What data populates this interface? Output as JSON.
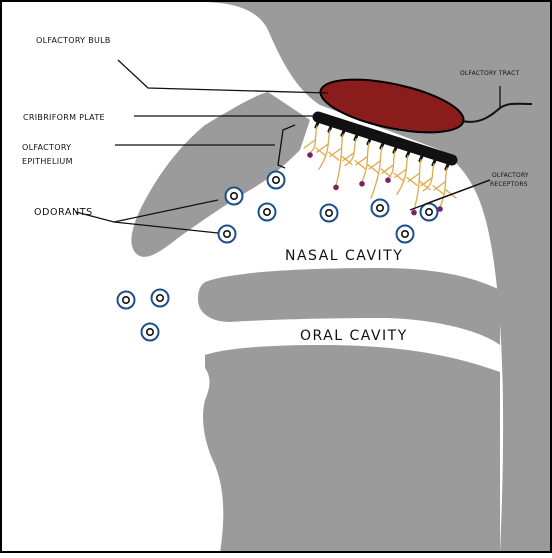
{
  "labels": {
    "olfactory_bulb": "OLFACTORY BULB",
    "olfactory_tract": "OLFACTORY TRACT",
    "cribriform_plate": "CRIBRIFORM PLATE",
    "olfactory_epithelium_1": "OLFACTORY",
    "olfactory_epithelium_2": "EPITHELIUM",
    "olfactory_receptors_1": "OLFACTORY",
    "olfactory_receptors_2": "RECEPTORS",
    "odorants": "ODORANTS",
    "nasal_cavity": "NASAL CAVITY",
    "oral_cavity": "ORAL CAVITY"
  },
  "colors": {
    "tissue": "#9b9b9b",
    "bulb": "#8b1c1c",
    "plate": "#111111",
    "nerve": "#e0a94a",
    "receptor_tip": "#7b1f6e",
    "odorant_ring": "#1f4e8c",
    "border": "#000000"
  }
}
